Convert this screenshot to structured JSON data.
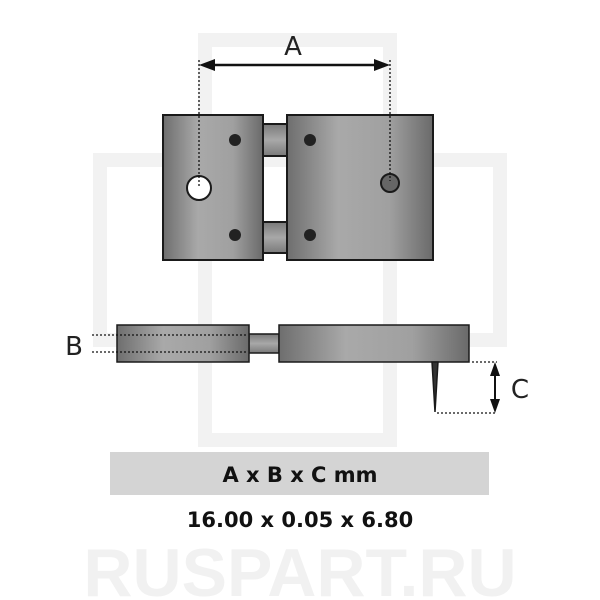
{
  "labels": {
    "a": "A",
    "b": "B",
    "c": "C"
  },
  "caption": {
    "formula": "A x B x C mm",
    "values": "16.00 x 0.05 x 6.80"
  },
  "watermark": "RUSPART.RU",
  "colors": {
    "plate": "#8f8f8f",
    "plate_light": "#b0b0b0",
    "band": "#d4d4d4",
    "outline": "#1a1a1a"
  }
}
